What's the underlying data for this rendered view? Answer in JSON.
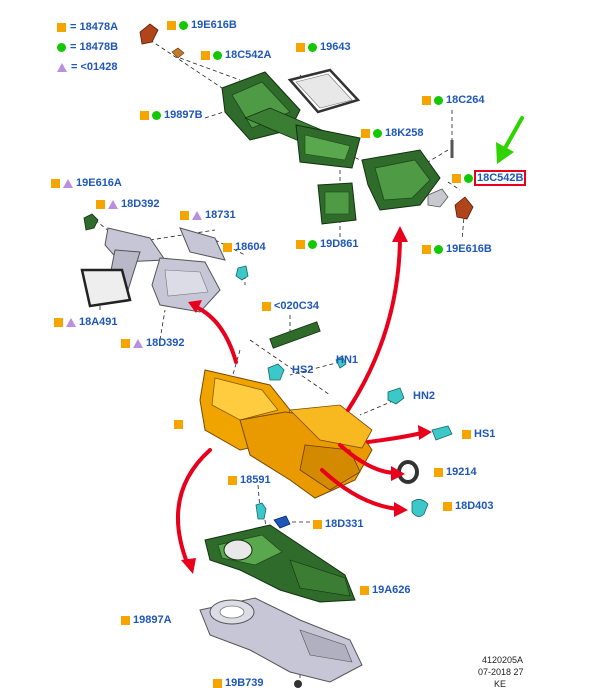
{
  "legend": [
    {
      "marker": "square",
      "text": "= 18478A"
    },
    {
      "marker": "circle",
      "text": "= 18478B"
    },
    {
      "marker": "triangle",
      "text": "= <01428"
    }
  ],
  "colors": {
    "callout_text": "#1f57b8",
    "square_marker": "#f5a400",
    "circle_marker": "#12c800",
    "triangle_marker": "#b990e0",
    "highlight_box": "#e8001c",
    "pointer_arrow": "#2fd400",
    "flow_arrows": "#e8001c",
    "housing": "#f0a400",
    "duct_green": "#2f6b2a",
    "gray_parts": "#b8b8c4",
    "teal_parts": "#3cc8c8"
  },
  "callouts": {
    "c19E616B_top": "19E616B",
    "c18C542A": "18C542A",
    "c19643": "19643",
    "c19897B": "19897B",
    "c18C264": "18C264",
    "c18K258": "18K258",
    "c18C542B": "18C542B",
    "c19D861": "19D861",
    "c19E616B_bot": "19E616B",
    "c19E616A": "19E616A",
    "c18D392_top": "18D392",
    "c18731": "18731",
    "c18604": "18604",
    "c18A491": "18A491",
    "c18D392_bot": "18D392",
    "c020C34": "<020C34",
    "cHN1": "HN1",
    "cHS2": "HS2",
    "cHN2": "HN2",
    "cHS1": "HS1",
    "c19214": "19214",
    "c18D403": "18D403",
    "c18591": "18591",
    "c18D331": "18D331",
    "c19A626": "19A626",
    "c19897A": "19897A",
    "c19B739": "19B739"
  },
  "reference": {
    "line1": "4120205A",
    "line2": "07-2018 27",
    "line3": "KE"
  }
}
